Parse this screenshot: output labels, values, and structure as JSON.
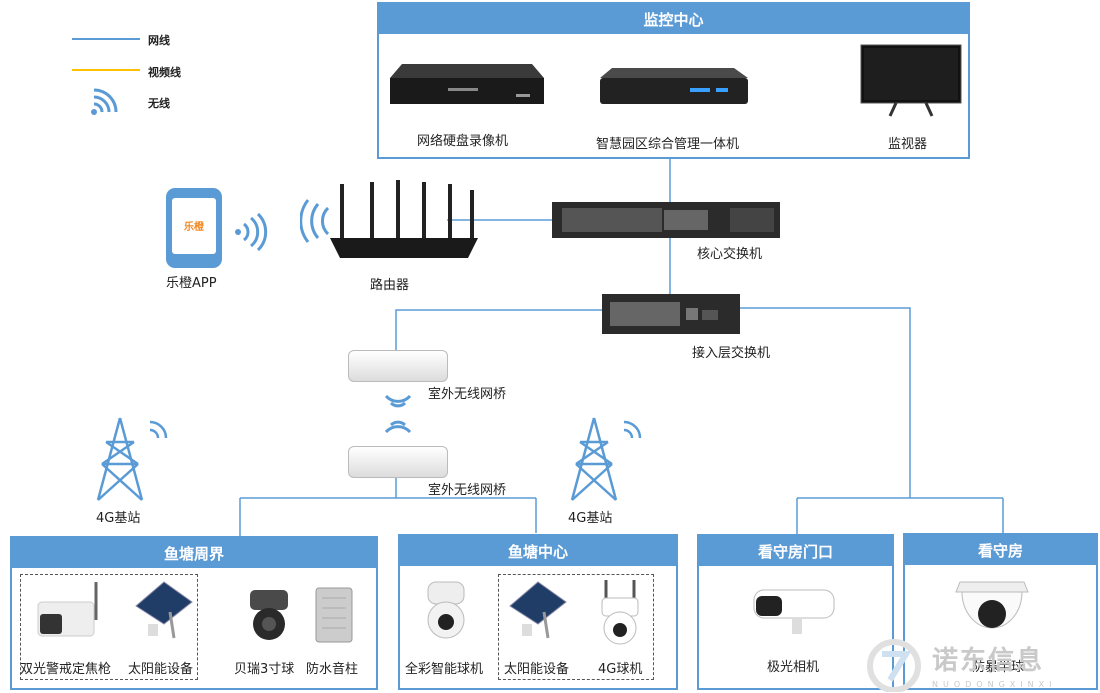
{
  "legend": {
    "network": "网线",
    "video": "视频线",
    "wireless": "无线"
  },
  "colors": {
    "network": "#5b9bd5",
    "video": "#ffc000",
    "header": "#5b9bd5",
    "app": "#f08a24"
  },
  "monitor_center": {
    "title": "监控中心",
    "devices": {
      "nvr": "网络硬盘录像机",
      "management": "智慧园区综合管理一体机",
      "monitor": "监视器"
    }
  },
  "core_switch": "核心交换机",
  "access_switch": "接入层交换机",
  "router": "路由器",
  "app": {
    "label": "乐橙APP",
    "logo_text": "乐橙"
  },
  "bridge_top": "室外无线网桥",
  "bridge_bottom": "室外无线网桥",
  "tower_left": "4G基站",
  "tower_right": "4G基站",
  "zones": {
    "perimeter": {
      "title": "鱼塘周界",
      "items": [
        "双光警戒定焦枪",
        "太阳能设备",
        "贝瑞3寸球",
        "防水音柱"
      ]
    },
    "center": {
      "title": "鱼塘中心",
      "items": [
        "全彩智能球机",
        "太阳能设备",
        "4G球机"
      ]
    },
    "gate": {
      "title": "看守房门口",
      "items": [
        "极光相机"
      ]
    },
    "house": {
      "title": "看守房",
      "items": [
        "防暴半球"
      ]
    }
  },
  "watermark": {
    "main": "诺东信息",
    "sub": "NUODONGXINXI"
  }
}
